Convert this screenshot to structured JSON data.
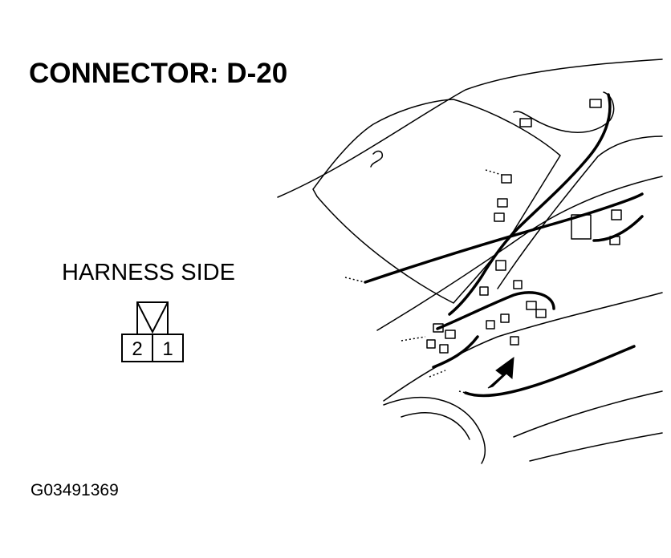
{
  "diagram": {
    "title": "CONNECTOR: D-20",
    "harness_label": "HARNESS SIDE",
    "connector": {
      "pins": [
        "2",
        "1"
      ]
    },
    "figure_code": "G03491369"
  },
  "colors": {
    "ink": "#000000",
    "background": "#ffffff"
  },
  "icons": {
    "locator_arrow": "arrow-up-right-icon"
  }
}
